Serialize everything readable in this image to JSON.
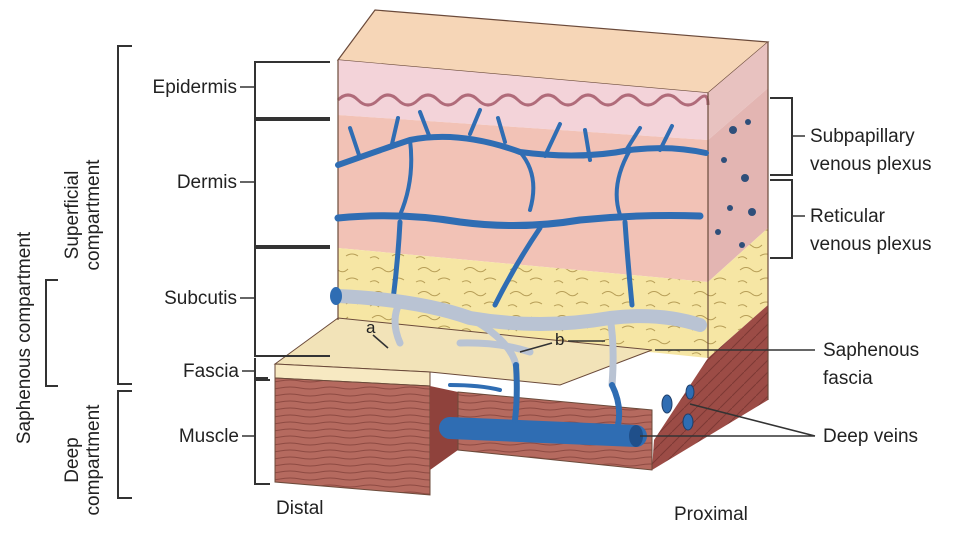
{
  "compartments": {
    "superficial_line1": "Superficial",
    "superficial_line2": "compartment",
    "saphenous": "Saphenous compartment",
    "deep_line1": "Deep",
    "deep_line2": "compartment"
  },
  "layers": {
    "epidermis": "Epidermis",
    "dermis": "Dermis",
    "subcutis": "Subcutis",
    "fascia": "Fascia",
    "muscle": "Muscle"
  },
  "right_labels": {
    "subpapillary_line1": "Subpapillary",
    "subpapillary_line2": "venous plexus",
    "reticular_line1": "Reticular",
    "reticular_line2": "venous plexus",
    "saphenous_fascia_line1": "Saphenous",
    "saphenous_fascia_line2": "fascia",
    "deep_veins": "Deep veins"
  },
  "markers": {
    "a": "a",
    "b": "b"
  },
  "orientation": {
    "distal": "Distal",
    "proximal": "Proximal"
  },
  "colors": {
    "skin_top": "#f6d7b8",
    "epidermis": "#f3d2d6",
    "dermis": "#f2c1b5",
    "subcutis": "#f6e7a6",
    "muscle": "#b86a5e",
    "vein": "#2f6db3",
    "saphenous_vein": "#b9c3d3"
  }
}
